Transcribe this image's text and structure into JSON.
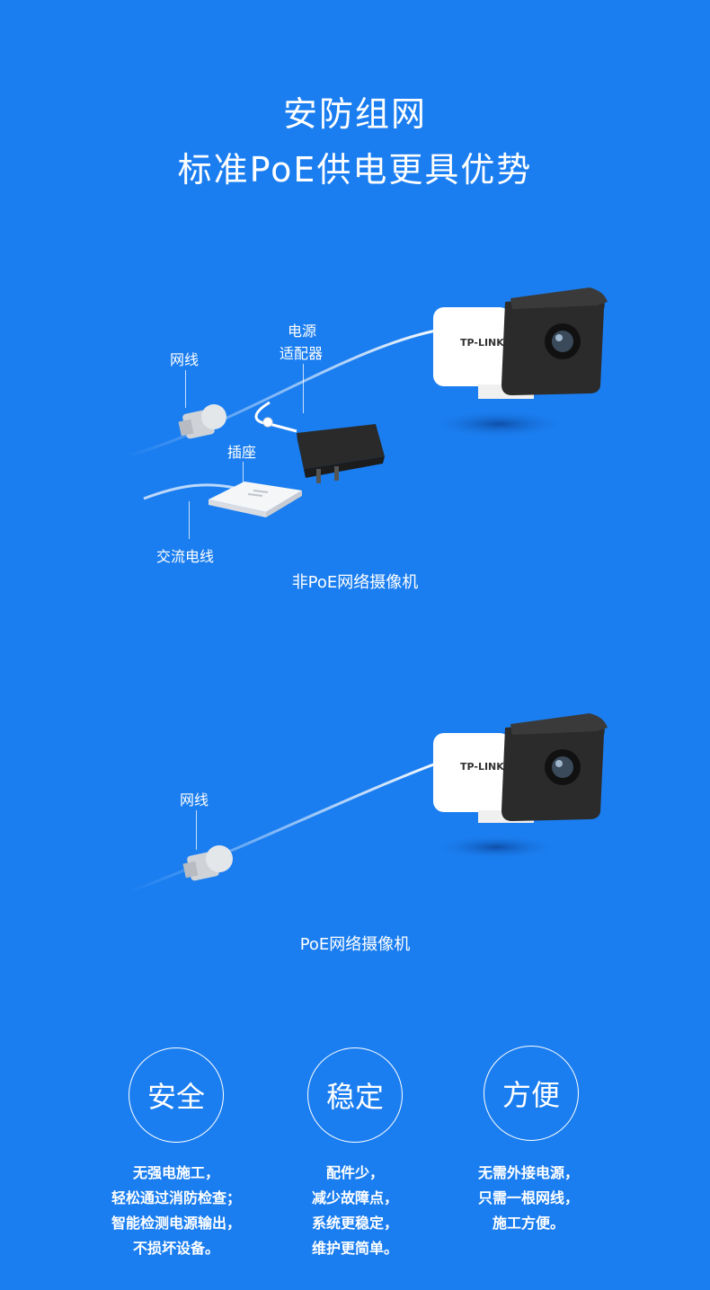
{
  "header": {
    "title_line1": "安防组网",
    "title_line2": "标准PoE供电更具优势"
  },
  "diagram_nonpoe": {
    "label_cable": "网线",
    "label_adapter_line1": "电源",
    "label_adapter_line2": "适配器",
    "label_socket": "插座",
    "label_ac_cable": "交流电线",
    "camera_brand": "TP-LINK",
    "caption": "非PoE网络摄像机"
  },
  "diagram_poe": {
    "label_cable": "网线",
    "camera_brand": "TP-LINK",
    "caption": "PoE网络摄像机"
  },
  "features": [
    {
      "title": "安全",
      "lines": [
        "无强电施工，",
        "轻松通过消防检查；",
        "智能检测电源输出，",
        "不损坏设备。"
      ]
    },
    {
      "title": "稳定",
      "lines": [
        "配件少，",
        "减少故障点，",
        "系统更稳定，",
        "维护更简单。"
      ]
    },
    {
      "title": "方便",
      "lines": [
        "无需外接电源，",
        "只需一根网线，",
        "施工方便。"
      ]
    }
  ],
  "colors": {
    "background": "#1b7ef0",
    "camera_body": "#ffffff",
    "camera_front": "#2b2b2b",
    "adapter": "#2a2a2a"
  }
}
